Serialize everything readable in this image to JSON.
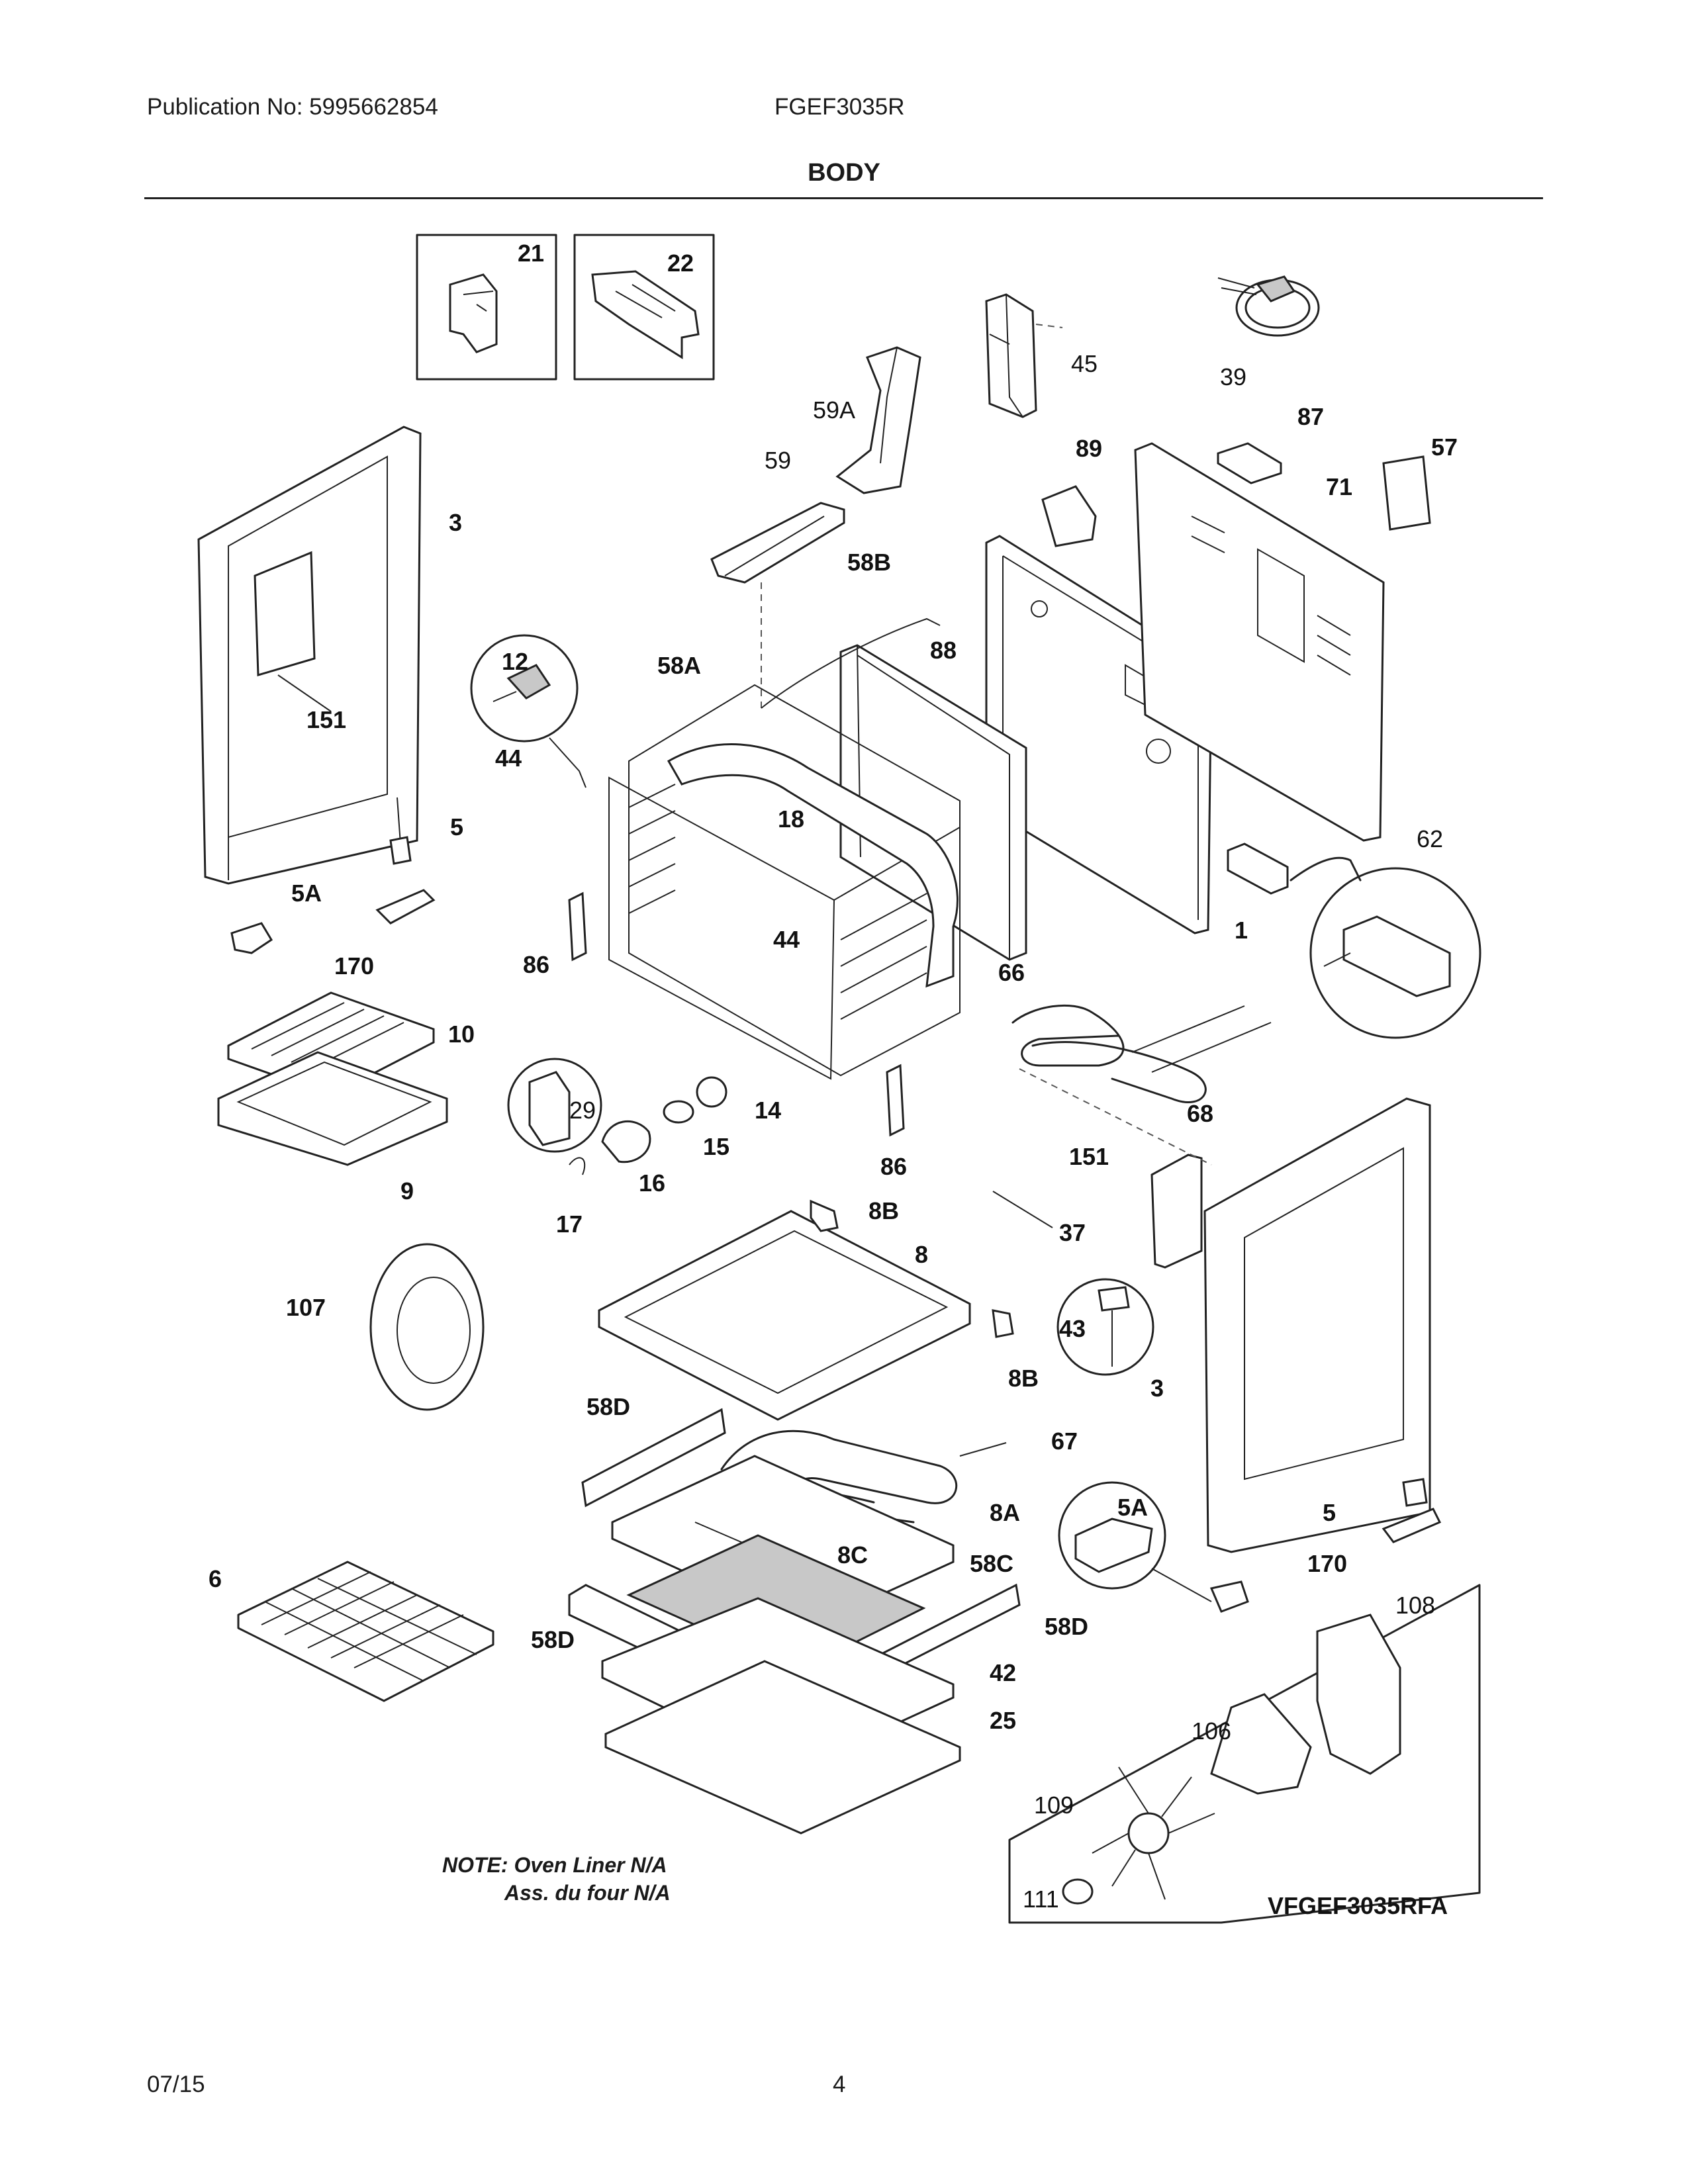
{
  "header": {
    "publication": "Publication No: 5995662854",
    "model": "FGEF3035R",
    "section_title": "BODY"
  },
  "callouts": [
    {
      "id": "c-21",
      "text": "21"
    },
    {
      "id": "c-22",
      "text": "22"
    },
    {
      "id": "c-45",
      "text": "45"
    },
    {
      "id": "c-39",
      "text": "39"
    },
    {
      "id": "c-59a",
      "text": "59A"
    },
    {
      "id": "c-59",
      "text": "59"
    },
    {
      "id": "c-87",
      "text": "87"
    },
    {
      "id": "c-57",
      "text": "57"
    },
    {
      "id": "c-89",
      "text": "89"
    },
    {
      "id": "c-71",
      "text": "71"
    },
    {
      "id": "c-3-left",
      "text": "3"
    },
    {
      "id": "c-58b",
      "text": "58B"
    },
    {
      "id": "c-12",
      "text": "12"
    },
    {
      "id": "c-58a",
      "text": "58A"
    },
    {
      "id": "c-88",
      "text": "88"
    },
    {
      "id": "c-151-left",
      "text": "151"
    },
    {
      "id": "c-44-left",
      "text": "44"
    },
    {
      "id": "c-18",
      "text": "18"
    },
    {
      "id": "c-5-left",
      "text": "5"
    },
    {
      "id": "c-62",
      "text": "62"
    },
    {
      "id": "c-5a-left",
      "text": "5A"
    },
    {
      "id": "c-1",
      "text": "1"
    },
    {
      "id": "c-170-left",
      "text": "170"
    },
    {
      "id": "c-86-left",
      "text": "86"
    },
    {
      "id": "c-44-right",
      "text": "44"
    },
    {
      "id": "c-66",
      "text": "66"
    },
    {
      "id": "c-10",
      "text": "10"
    },
    {
      "id": "c-29",
      "text": "29"
    },
    {
      "id": "c-14",
      "text": "14"
    },
    {
      "id": "c-68",
      "text": "68"
    },
    {
      "id": "c-15",
      "text": "15"
    },
    {
      "id": "c-9",
      "text": "9"
    },
    {
      "id": "c-16",
      "text": "16"
    },
    {
      "id": "c-86-right",
      "text": "86"
    },
    {
      "id": "c-151-right",
      "text": "151"
    },
    {
      "id": "c-17",
      "text": "17"
    },
    {
      "id": "c-8b-top",
      "text": "8B"
    },
    {
      "id": "c-37",
      "text": "37"
    },
    {
      "id": "c-8",
      "text": "8"
    },
    {
      "id": "c-107",
      "text": "107"
    },
    {
      "id": "c-43",
      "text": "43"
    },
    {
      "id": "c-8b-bottom",
      "text": "8B"
    },
    {
      "id": "c-3-right",
      "text": "3"
    },
    {
      "id": "c-58d-top",
      "text": "58D"
    },
    {
      "id": "c-67",
      "text": "67"
    },
    {
      "id": "c-5a-right",
      "text": "5A"
    },
    {
      "id": "c-8a",
      "text": "8A"
    },
    {
      "id": "c-5-right",
      "text": "5"
    },
    {
      "id": "c-6",
      "text": "6"
    },
    {
      "id": "c-8c",
      "text": "8C"
    },
    {
      "id": "c-58c",
      "text": "58C"
    },
    {
      "id": "c-170-right",
      "text": "170"
    },
    {
      "id": "c-108",
      "text": "108"
    },
    {
      "id": "c-58d-left",
      "text": "58D"
    },
    {
      "id": "c-58d-right",
      "text": "58D"
    },
    {
      "id": "c-42",
      "text": "42"
    },
    {
      "id": "c-106",
      "text": "106"
    },
    {
      "id": "c-25",
      "text": "25"
    },
    {
      "id": "c-109",
      "text": "109"
    },
    {
      "id": "c-111",
      "text": "111"
    },
    {
      "id": "c-vfgef",
      "text": "VFGEF3035RFA"
    }
  ],
  "notes": {
    "line1": "NOTE: Oven Liner N/A",
    "line2": "Ass. du four N/A"
  },
  "footer": {
    "date": "07/15",
    "page": "4"
  }
}
